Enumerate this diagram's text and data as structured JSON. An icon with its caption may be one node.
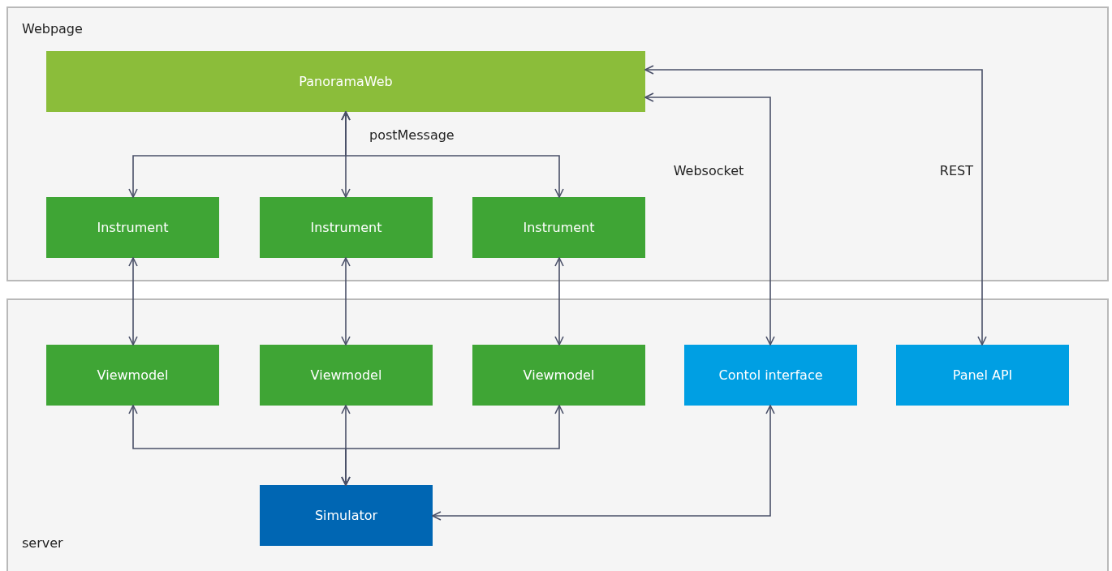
{
  "diagram": {
    "nodes": [
      {
        "text": [
          "Webpage"
        ]
      },
      {
        "text": [
          "PanoramaWeb"
        ],
        "in": 0
      },
      {
        "text": [
          "Instrument"
        ],
        "in": 0
      },
      {
        "text": [
          "Instrument"
        ],
        "in": 0
      },
      {
        "text": [
          "Instrument"
        ],
        "in": 0
      },
      {
        "text": [
          "server"
        ]
      },
      {
        "text": [
          "Viewmodel"
        ],
        "in": 5
      },
      {
        "text": [
          "Viewmodel"
        ],
        "in": 5
      },
      {
        "text": [
          "Viewmodel"
        ],
        "in": 5
      },
      {
        "text": [
          "Contol interface"
        ],
        "in": 5
      },
      {
        "text": [
          "Panel API"
        ],
        "in": 5
      },
      {
        "text": [
          "Simulator"
        ],
        "in": 5
      }
    ],
    "edges": [
      {
        "from": 1,
        "to": 2,
        "arrow": "both"
      },
      {
        "from": 1,
        "to": 3,
        "arrow": "both",
        "label": "postMessage"
      },
      {
        "from": 1,
        "to": 4,
        "arrow": "both"
      },
      {
        "from": 2,
        "to": 6,
        "arrow": "both"
      },
      {
        "from": 3,
        "to": 7,
        "arrow": "both"
      },
      {
        "from": 4,
        "to": 8,
        "arrow": "both"
      },
      {
        "from": 9,
        "to": 1,
        "arrow": "both",
        "label": "Websocket"
      },
      {
        "from": 10,
        "to": 1,
        "arrow": "both",
        "label": "REST"
      },
      {
        "from": 6,
        "to": 11,
        "arrow": "both"
      },
      {
        "from": 7,
        "to": 11,
        "arrow": "both"
      },
      {
        "from": 8,
        "to": 11,
        "arrow": "both"
      },
      {
        "from": 11,
        "to": 9,
        "arrow": "both"
      }
    ]
  }
}
